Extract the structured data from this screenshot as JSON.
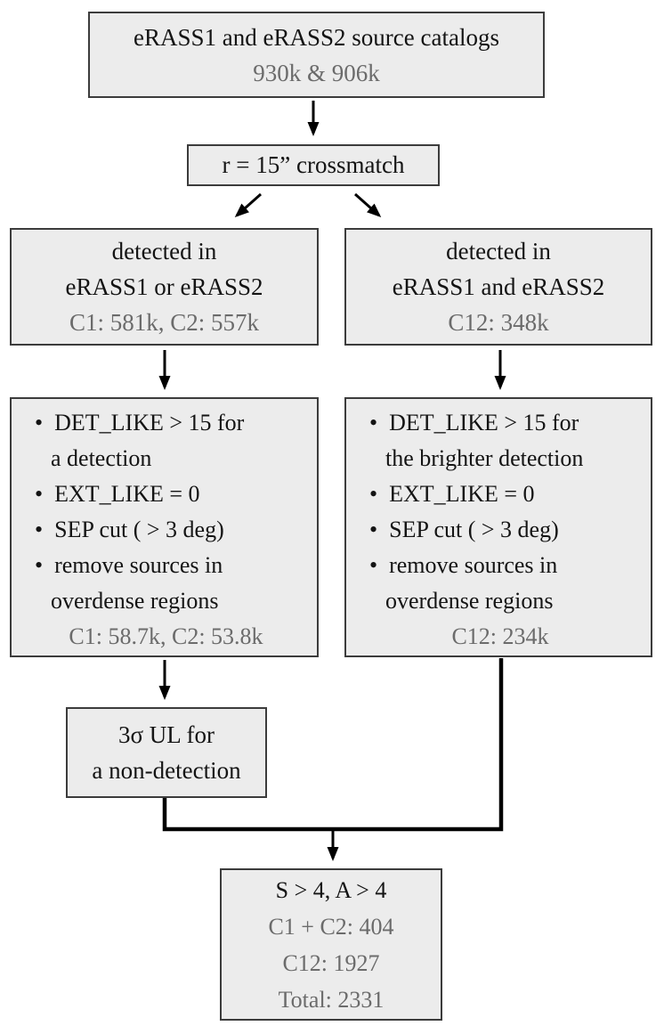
{
  "flowchart": {
    "colors": {
      "box_fill": "#ececec",
      "box_border": "#3c3c3c",
      "arrow": "#000000",
      "text": "#141414",
      "muted_text": "#6b6b6b"
    },
    "boxes": {
      "source_catalogs": {
        "title": "eRASS1 and eRASS2 source catalogs",
        "counts": "930k & 906k"
      },
      "crossmatch": {
        "label": "r = 15” crossmatch"
      },
      "detected_or": {
        "lines": [
          "detected in",
          "eRASS1 or eRASS2"
        ],
        "counts": "C1: 581k, C2: 557k"
      },
      "detected_and": {
        "lines": [
          "detected in",
          "eRASS1 and eRASS2"
        ],
        "counts": "C12: 348k"
      },
      "filters_or": {
        "bullets": [
          "DET_LIKE > 15 for\na detection",
          "EXT_LIKE = 0",
          "SEP cut ( > 3 deg)",
          "remove sources in\noverdense regions"
        ],
        "counts": "C1: 58.7k, C2: 53.8k"
      },
      "filters_and": {
        "bullets": [
          "DET_LIKE > 15 for\nthe brighter detection",
          "EXT_LIKE = 0",
          "SEP cut ( > 3 deg)",
          "remove sources in\noverdense regions"
        ],
        "counts": "C12: 234k"
      },
      "upper_limit": {
        "lines": [
          "3σ UL for",
          "a non-detection"
        ]
      },
      "final_sample": {
        "title": "S > 4, A > 4",
        "counts": [
          "C1 + C2: 404",
          "C12: 1927",
          "Total: 2331"
        ]
      }
    }
  }
}
